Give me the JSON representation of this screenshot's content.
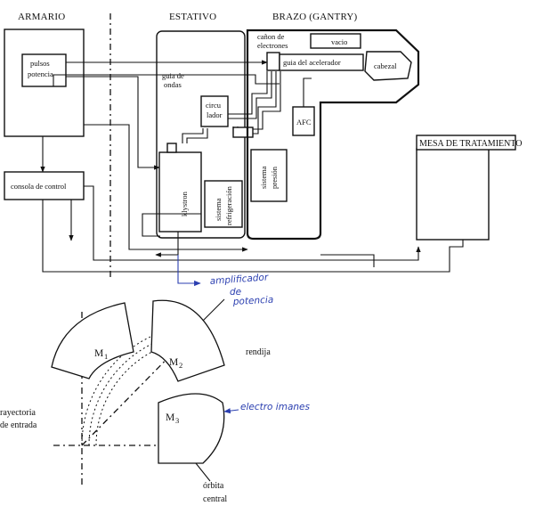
{
  "sections": {
    "armario": "ARMARIO",
    "estativo": "ESTATIVO",
    "brazo": "BRAZO (GANTRY)"
  },
  "blocks": {
    "pulsos_line1": "pulsos",
    "pulsos_line2": "potencia",
    "consola": "consola de control",
    "canon_line1": "cañon de",
    "canon_line2": "electrones",
    "vacio": "vacio",
    "guia_acel": "guia del acelerador",
    "cabezal": "cabezal",
    "guia_ondas_line1": "guia de",
    "guia_ondas_line2": "ondas",
    "circulador_line1": "circu",
    "circulador_line2": "lador",
    "afc": "AFC",
    "klystron": "klystron",
    "refrig_line1": "sistema",
    "refrig_line2": "refrigeración",
    "presion_line1": "sistema",
    "presion_line2": "presión",
    "mesa": "MESA DE TRATAMIENTO"
  },
  "handwritten": {
    "amplificador_line1": "amplificador",
    "amplificador_line2": "de",
    "amplificador_line3": "potencia",
    "electroimanes": "electro imanes"
  },
  "bending": {
    "m1": "M",
    "m1_sub": "1",
    "m2": "M",
    "m2_sub": "2",
    "m3": "M",
    "m3_sub": "3",
    "rendija": "rendija",
    "trayectoria_line1": "rayectoria",
    "trayectoria_line2": "de entrada",
    "orbita_line1": "órbita",
    "orbita_line2": "central"
  }
}
